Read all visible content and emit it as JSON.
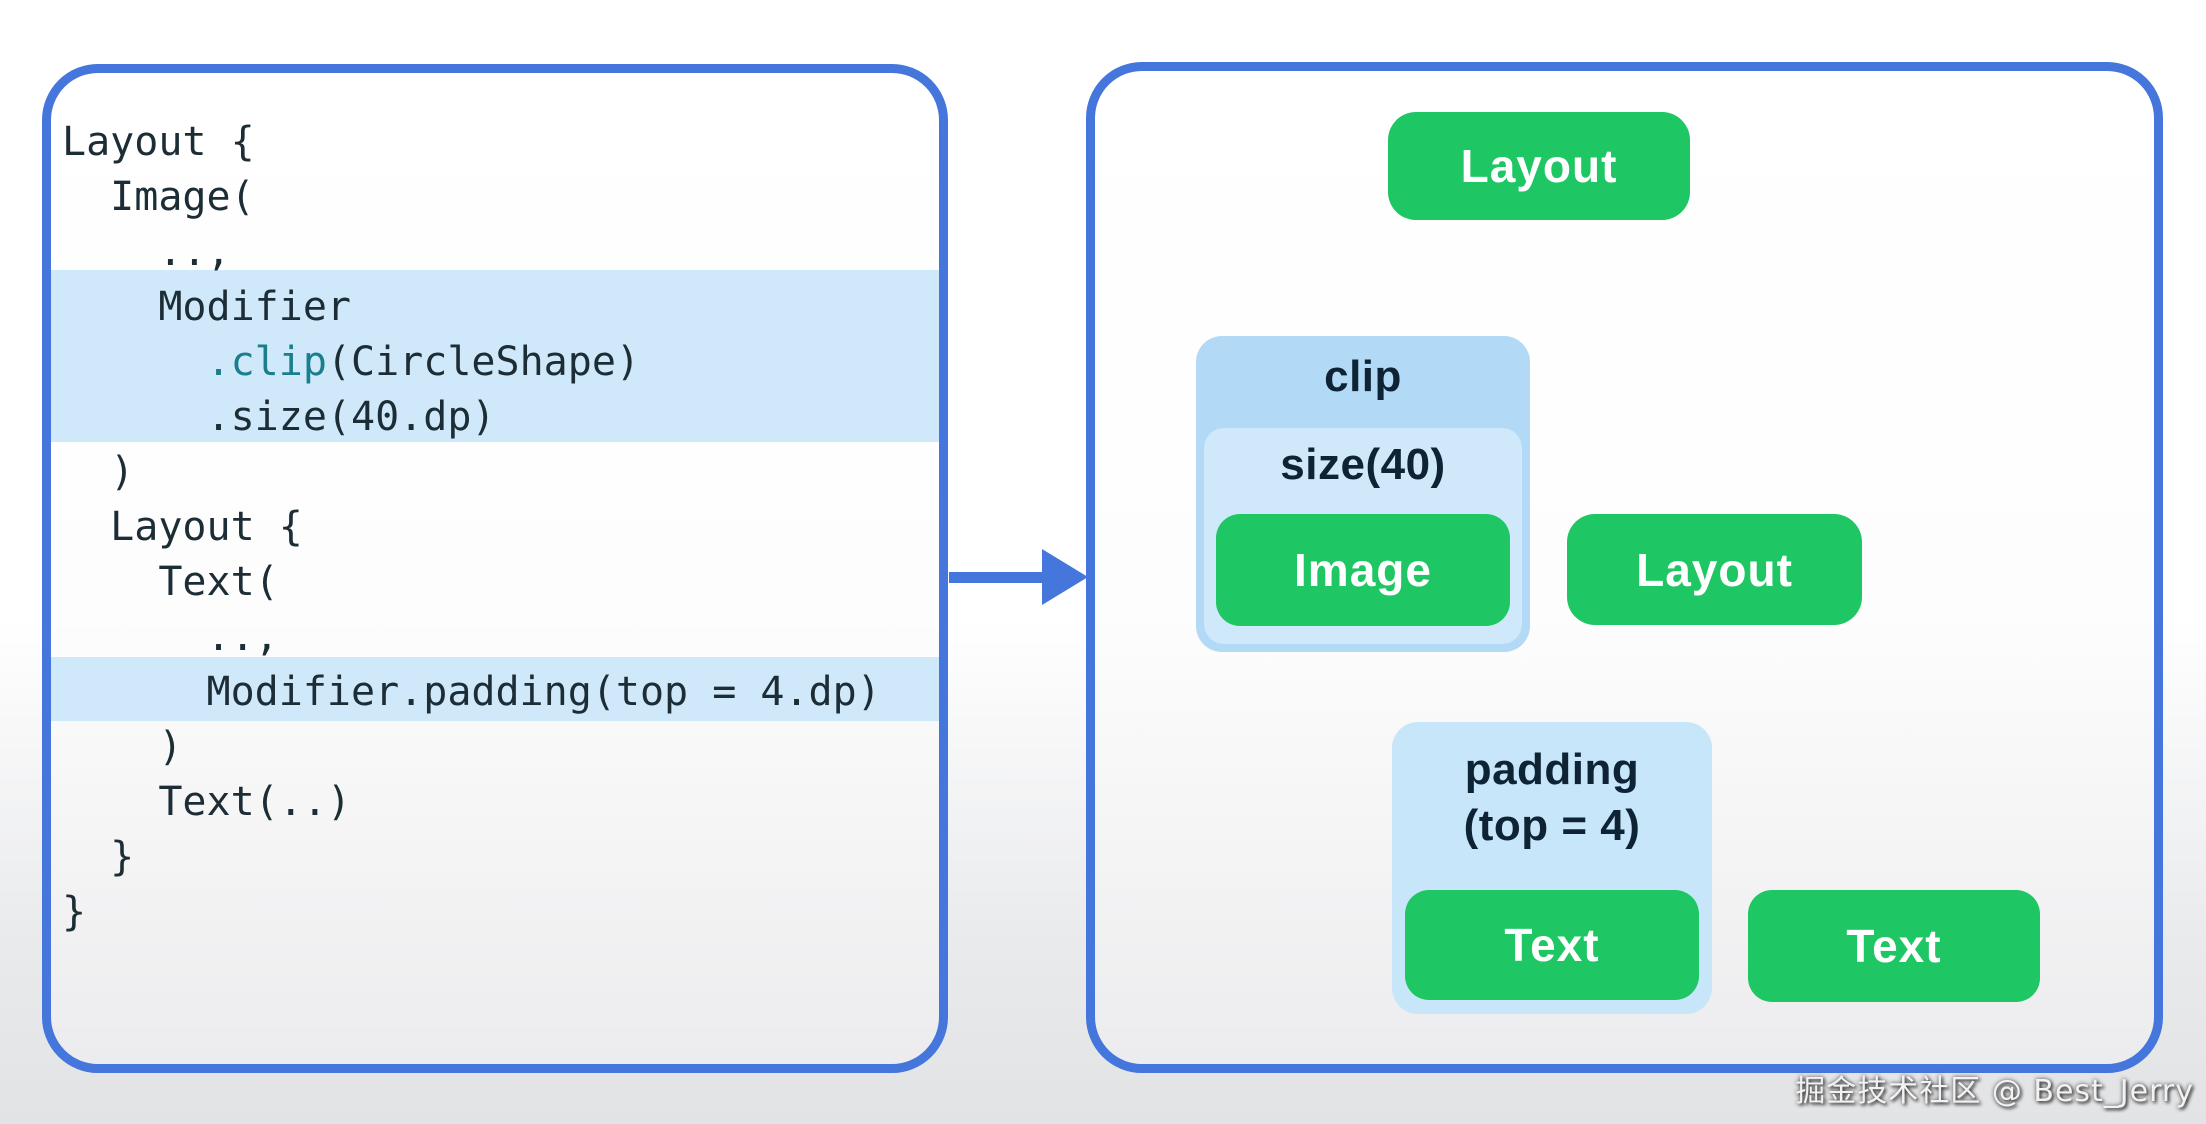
{
  "colors": {
    "blue_border": "#4476db",
    "green_node": "#1ec763",
    "green_edge": "#2cc46c",
    "hl_blue": "#cfe9fa",
    "clip_blue": "#b2d9f6",
    "size_blue": "#cfe9fb",
    "pad_blue": "#c8e6fa",
    "code_ink": "#1d2d36",
    "teal_accent": "#1a7f8c",
    "label_ink": "#0e2334",
    "white_text": "#ffffff"
  },
  "code_panel": {
    "lines": [
      {
        "text": "Layout {"
      },
      {
        "text": "  Image("
      },
      {
        "text": "    ..,"
      },
      {
        "text": "    Modifier"
      },
      {
        "pre": "      ",
        "accent": ".clip",
        "post": "(CircleShape)"
      },
      {
        "text": "      .size(40.dp)"
      },
      {
        "text": "  )"
      },
      {
        "text": "  Layout {"
      },
      {
        "text": "    Text("
      },
      {
        "text": "      ..,"
      },
      {
        "text": "      Modifier.padding(top = 4.dp)"
      },
      {
        "text": "    )"
      },
      {
        "text": "    Text(..)"
      },
      {
        "text": "  }"
      },
      {
        "text": "}"
      }
    ]
  },
  "tree_panel": {
    "root_label": "Layout",
    "clip_label": "clip",
    "size_label": "size(40)",
    "image_label": "Image",
    "layout2_label": "Layout",
    "padding_label_line1": "padding",
    "padding_label_line2": "(top = 4)",
    "text_left_label": "Text",
    "text_right_label": "Text"
  },
  "watermark": {
    "text": "掘金技术社区 @ Best_Jerry"
  }
}
